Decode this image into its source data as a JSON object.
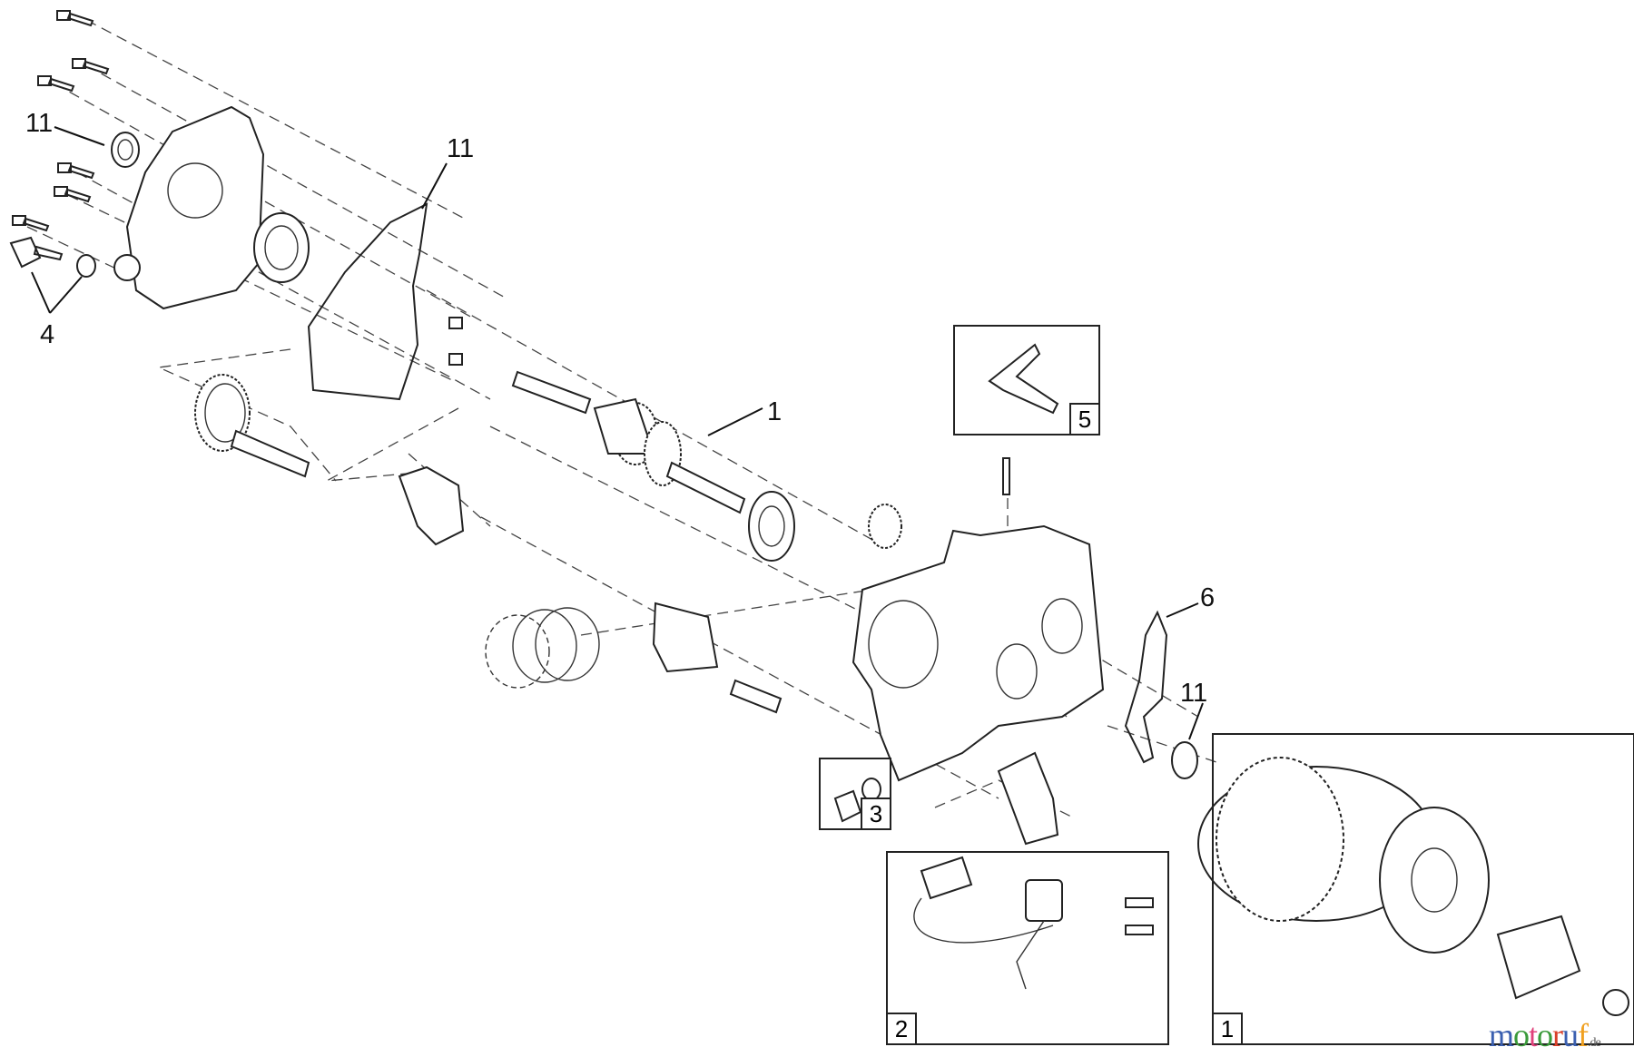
{
  "callouts": {
    "seal_left": "11",
    "gasket": "11",
    "drain_plug": "4",
    "crank_key": "1",
    "plate": "6",
    "seal_right": "11"
  },
  "kits": {
    "governor": "5",
    "drain_bolt": "3",
    "ignition": "2",
    "flywheel": "1"
  },
  "watermark": {
    "letters": [
      "m",
      "o",
      "t",
      "o",
      "r",
      "u",
      "f"
    ],
    "colors": [
      "#3a5fb0",
      "#3a9a3a",
      "#e0407a",
      "#3a9a3a",
      "#d9402a",
      "#3a5fb0",
      "#f0a020"
    ],
    "suffix": ".de"
  }
}
